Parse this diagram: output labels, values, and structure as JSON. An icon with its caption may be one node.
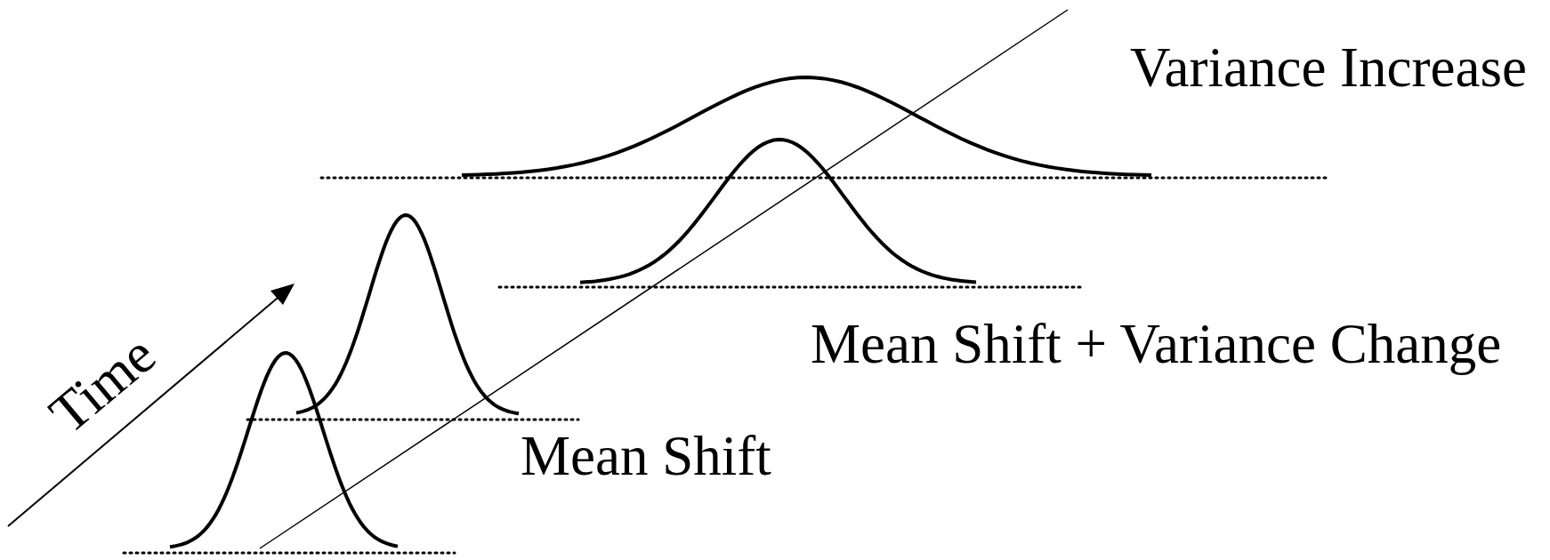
{
  "diagram": {
    "labels": [
      "Variance Increase",
      "Mean Shift + Variance Change",
      "Mean Shift",
      "Time"
    ]
  }
}
